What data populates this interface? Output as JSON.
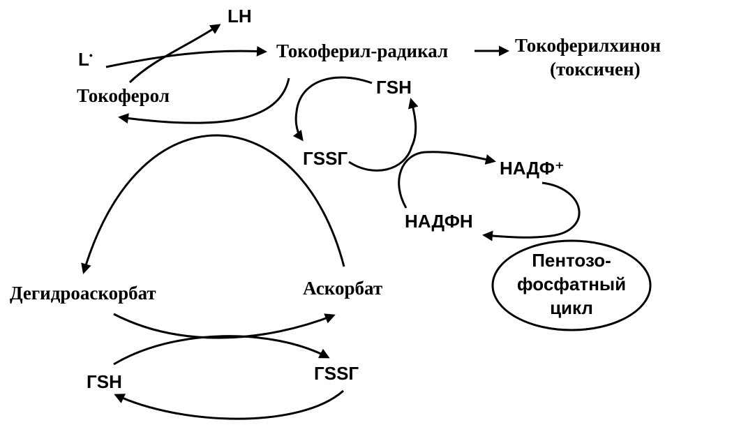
{
  "nodes": {
    "lh": "LH",
    "l_radical": "L",
    "l_radical_dot": "•",
    "tocopheryl_radical": "Токоферил-радикал",
    "tocopherylquinone": "Токоферилхинон",
    "toxic_note": "(токсичен)",
    "tocopherol": "Токоферол",
    "gsh_top": "ГSH",
    "gssg_top": "ГSSГ",
    "nadp_plus": "НАДФ⁺",
    "nadph": "НАДФН",
    "pentose_cycle": [
      "Пентозо-",
      "фосфатный",
      "цикл"
    ],
    "dehydroascorbate": "Дегидроаскорбат",
    "ascorbate": "Аскорбат",
    "gsh_bottom": "ГSH",
    "gssg_bottom": "ГSSГ"
  },
  "colors": {
    "line": "#000000",
    "background": "#ffffff"
  }
}
